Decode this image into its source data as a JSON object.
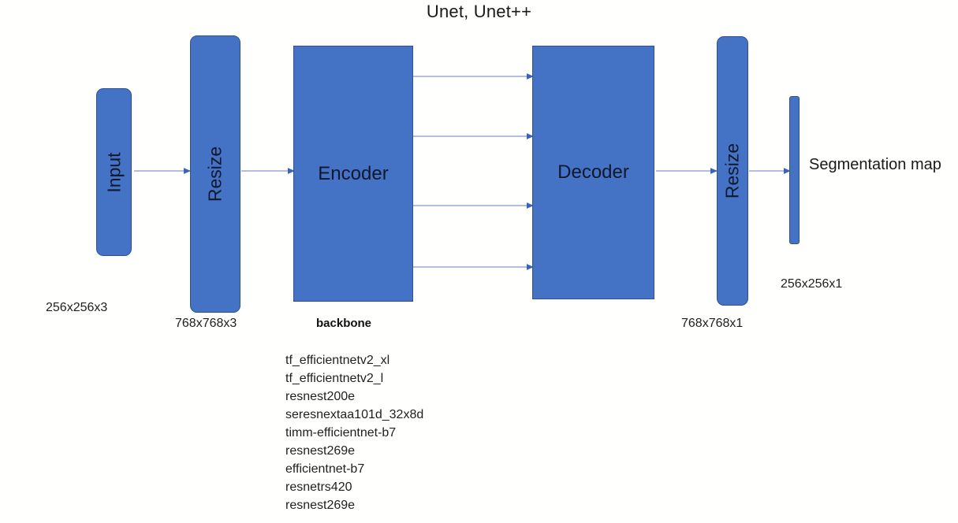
{
  "title": "Unet, Unet++",
  "colors": {
    "block_fill": "#4472C4",
    "block_stroke": "#2F528F",
    "arrow": "#8C9FD4",
    "text": "#1a1a1a",
    "background": "#fffffd"
  },
  "blocks": {
    "input": {
      "label": "Input",
      "caption": "256x256x3"
    },
    "resize_in": {
      "label": "Resize",
      "caption": "768x768x3"
    },
    "encoder": {
      "label": "Encoder"
    },
    "decoder": {
      "label": "Decoder"
    },
    "resize_out": {
      "label": "Resize",
      "caption": "768x768x1"
    },
    "segmentation": {
      "label": "Segmentation map",
      "caption": "256x256x1"
    }
  },
  "backbone": {
    "heading": "backbone",
    "items": [
      "tf_efficientnetv2_xl",
      "tf_efficientnetv2_l",
      "resnest200e",
      "seresnextaa101d_32x8d",
      "timm-efficientnet-b7",
      "resnest269e",
      "efficientnet-b7",
      "resnetrs420",
      "resnest269e"
    ]
  },
  "connections": {
    "main_flow": [
      "input-to-resize",
      "resize-to-encoder",
      "decoder-to-resize",
      "resize-to-segmentation"
    ],
    "skip_connections": [
      "skip-1",
      "skip-2",
      "skip-3",
      "skip-4"
    ]
  }
}
